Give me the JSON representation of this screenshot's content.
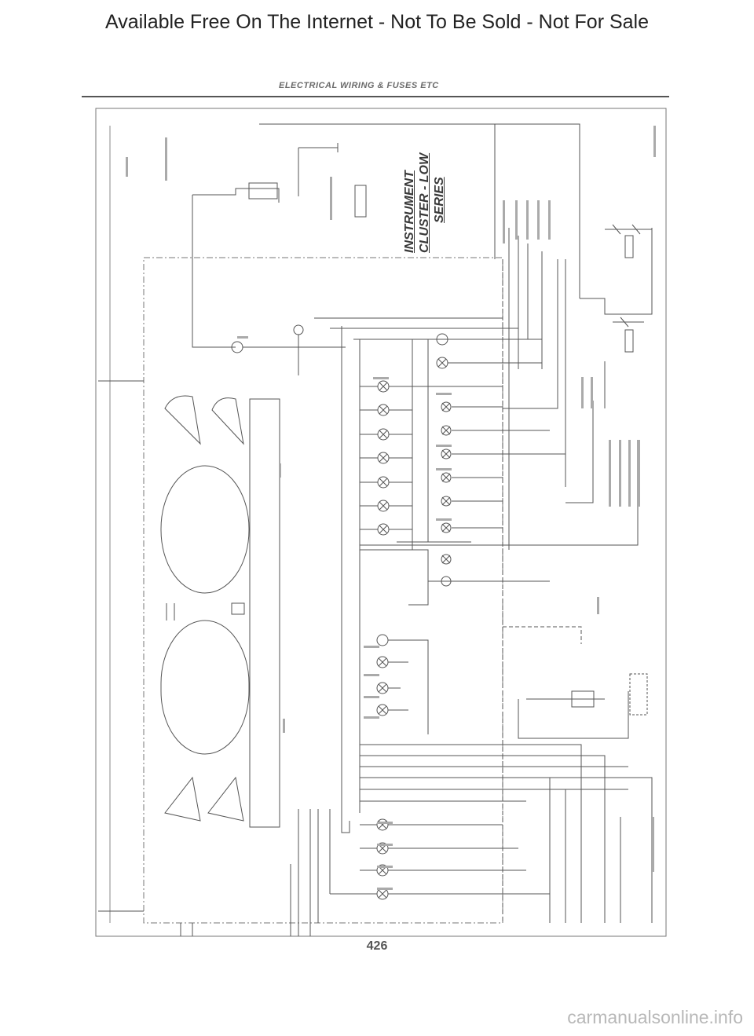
{
  "banner": "Available Free On The Internet - Not To Be Sold - Not For Sale",
  "section_header": "ELECTRICAL WIRING & FUSES ETC",
  "block_title": {
    "line1": "INSTRUMENT",
    "line2": "CLUSTER - LOW",
    "line3": "SERIES"
  },
  "page_number": "426",
  "watermark": "carmanualsonline.info",
  "colors": {
    "ink": "#555555",
    "faint_ink": "#9a9a9a",
    "background": "#ffffff",
    "watermark": "#b8b8b8"
  }
}
